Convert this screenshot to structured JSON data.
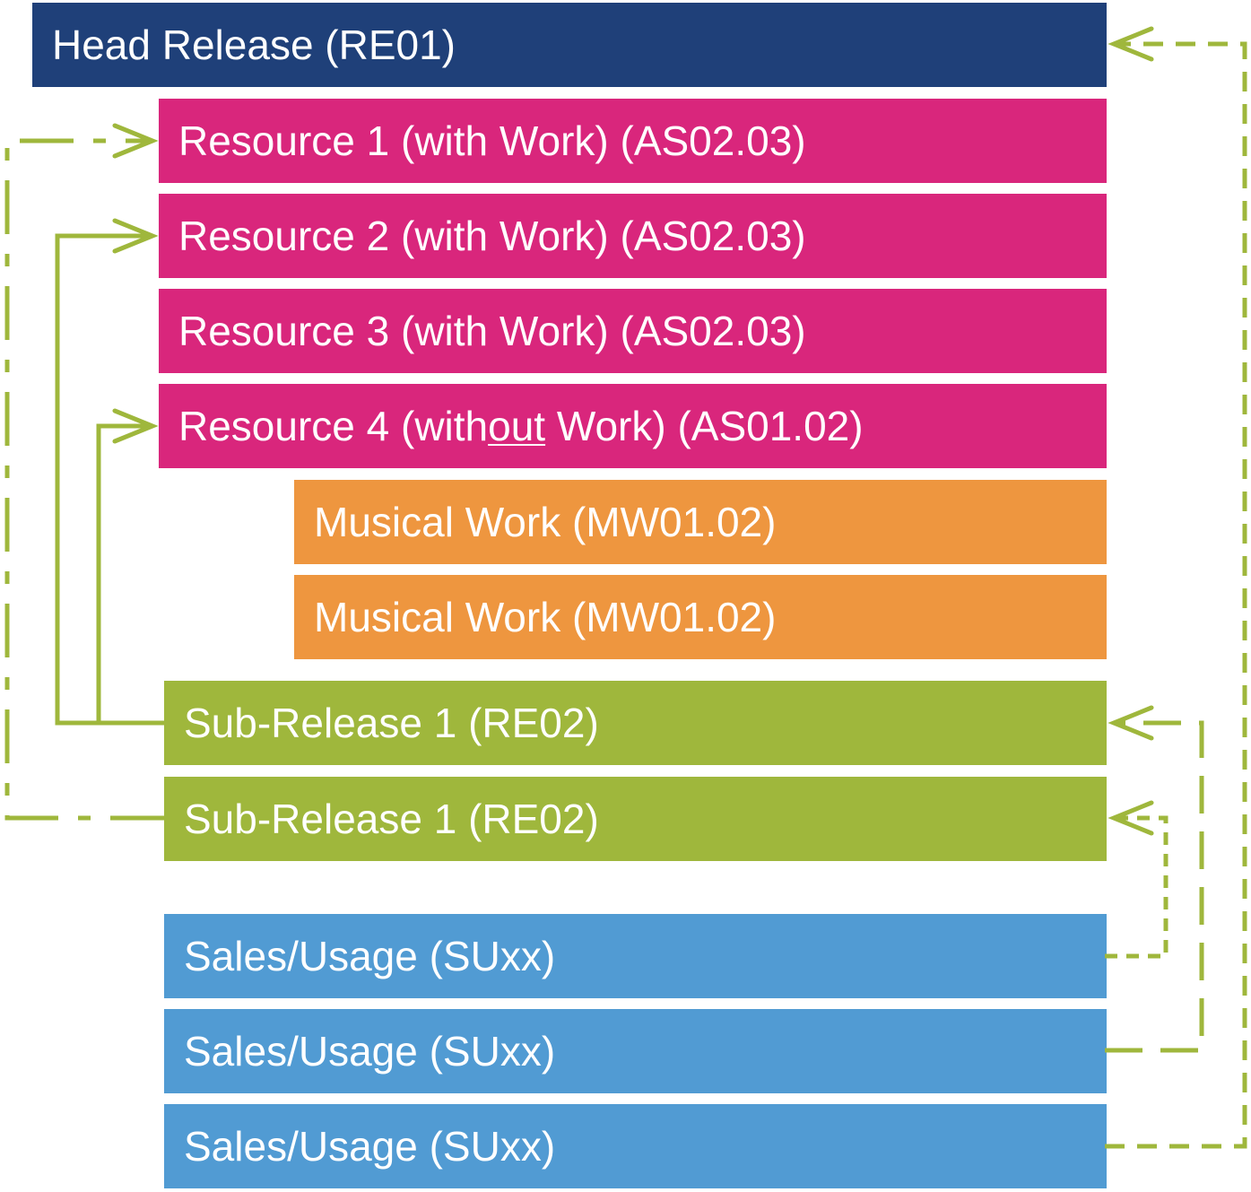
{
  "head_release": {
    "label": "Head Release (RE01)"
  },
  "resources": [
    {
      "label": "Resource 1 (with Work) (AS02.03)"
    },
    {
      "label": "Resource 2 (with Work) (AS02.03)"
    },
    {
      "label": "Resource 3 (with Work) (AS02.03)"
    },
    {
      "label_before": "Resource 4 (with",
      "label_emphasis": "out",
      "label_after": " Work) (AS01.02)"
    }
  ],
  "musical_works": [
    {
      "label": "Musical Work (MW01.02)"
    },
    {
      "label": "Musical Work (MW01.02)"
    }
  ],
  "sub_releases": [
    {
      "label": "Sub-Release 1 (RE02)"
    },
    {
      "label": "Sub-Release 1 (RE02)"
    }
  ],
  "sales_usage": [
    {
      "label": "Sales/Usage (SUxx)"
    },
    {
      "label": "Sales/Usage (SUxx)"
    },
    {
      "label": "Sales/Usage (SUxx)"
    }
  ],
  "colors": {
    "head_release": "#1f4079",
    "resource": "#d9267c",
    "musical_work": "#ee963f",
    "sub_release": "#9fb73c",
    "sales_usage": "#519bd3",
    "connector": "#9fb73c"
  }
}
